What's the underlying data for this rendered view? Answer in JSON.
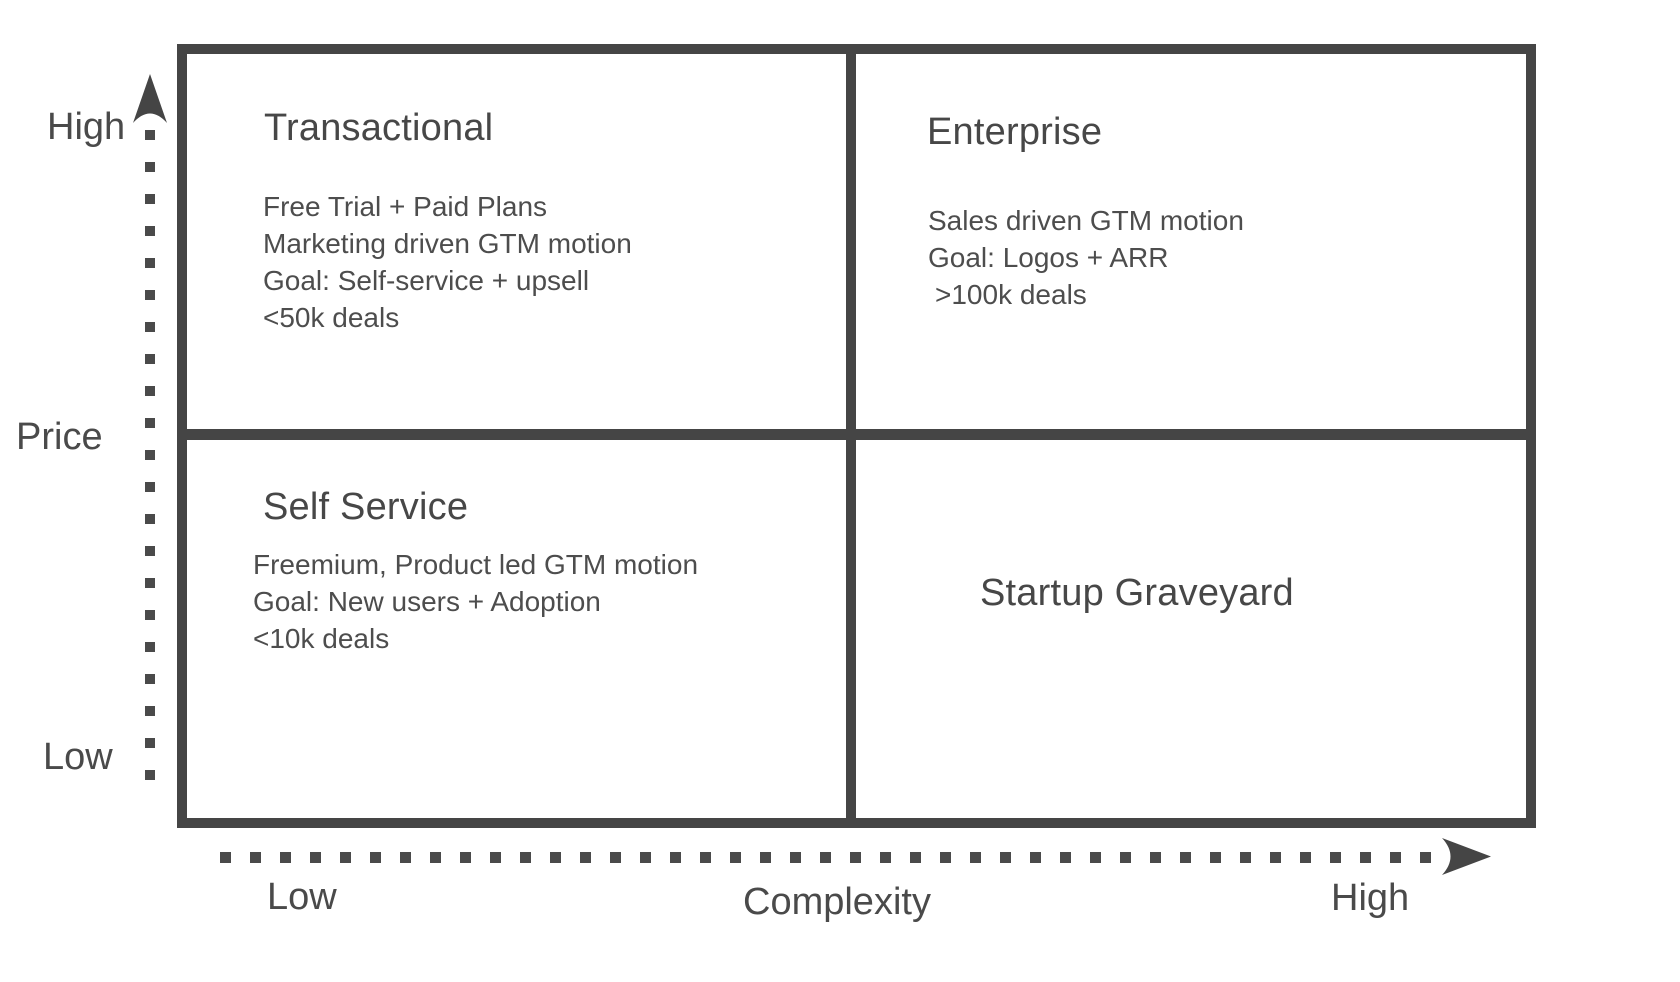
{
  "diagram": {
    "type": "quadrant-matrix",
    "y_axis": {
      "title": "Price",
      "top_label": "High",
      "bottom_label": "Low"
    },
    "x_axis": {
      "title": "Complexity",
      "left_label": "Low",
      "right_label": "High"
    },
    "quadrants": {
      "top_left": {
        "title": "Transactional",
        "lines": [
          "Free Trial + Paid Plans",
          "Marketing driven GTM motion",
          "Goal: Self-service + upsell",
          "<50k deals"
        ]
      },
      "top_right": {
        "title": "Enterprise",
        "lines": [
          "Sales driven GTM motion",
          "Goal: Logos + ARR",
          ">100k deals"
        ]
      },
      "bottom_left": {
        "title": "Self Service",
        "lines": [
          "Freemium, Product led GTM motion",
          "Goal: New users + Adoption",
          "<10k deals"
        ]
      },
      "bottom_right": {
        "title": "Startup Graveyard",
        "lines": []
      }
    },
    "colors": {
      "line": "#454545",
      "text": "#4a4a4a",
      "background": "#ffffff"
    }
  }
}
